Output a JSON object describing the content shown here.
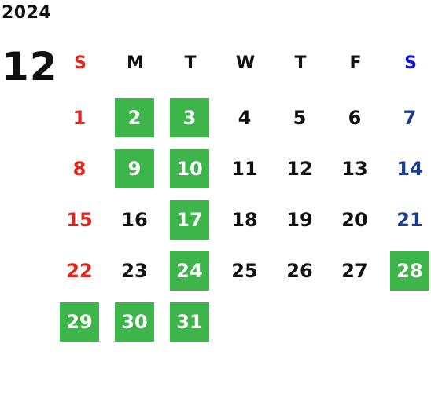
{
  "calendar": {
    "year": "2024",
    "month": "12",
    "weekdays": [
      "S",
      "M",
      "T",
      "W",
      "T",
      "F",
      "S"
    ],
    "colors": {
      "highlight": "#3db54a",
      "sunday": "#e0251f",
      "saturday": "#1a3d8f",
      "saturday_header": "#1515e0"
    },
    "weeks": [
      [
        {
          "day": "1",
          "highlighted": false
        },
        {
          "day": "2",
          "highlighted": true
        },
        {
          "day": "3",
          "highlighted": true
        },
        {
          "day": "4",
          "highlighted": false
        },
        {
          "day": "5",
          "highlighted": false
        },
        {
          "day": "6",
          "highlighted": false
        },
        {
          "day": "7",
          "highlighted": false
        }
      ],
      [
        {
          "day": "8",
          "highlighted": false
        },
        {
          "day": "9",
          "highlighted": true
        },
        {
          "day": "10",
          "highlighted": true
        },
        {
          "day": "11",
          "highlighted": false
        },
        {
          "day": "12",
          "highlighted": false
        },
        {
          "day": "13",
          "highlighted": false
        },
        {
          "day": "14",
          "highlighted": false
        }
      ],
      [
        {
          "day": "15",
          "highlighted": false
        },
        {
          "day": "16",
          "highlighted": false
        },
        {
          "day": "17",
          "highlighted": true
        },
        {
          "day": "18",
          "highlighted": false
        },
        {
          "day": "19",
          "highlighted": false
        },
        {
          "day": "20",
          "highlighted": false
        },
        {
          "day": "21",
          "highlighted": false
        }
      ],
      [
        {
          "day": "22",
          "highlighted": false
        },
        {
          "day": "23",
          "highlighted": false
        },
        {
          "day": "24",
          "highlighted": true
        },
        {
          "day": "25",
          "highlighted": false
        },
        {
          "day": "26",
          "highlighted": false
        },
        {
          "day": "27",
          "highlighted": false
        },
        {
          "day": "28",
          "highlighted": true
        }
      ],
      [
        {
          "day": "29",
          "highlighted": true
        },
        {
          "day": "30",
          "highlighted": true
        },
        {
          "day": "31",
          "highlighted": true
        }
      ]
    ]
  }
}
